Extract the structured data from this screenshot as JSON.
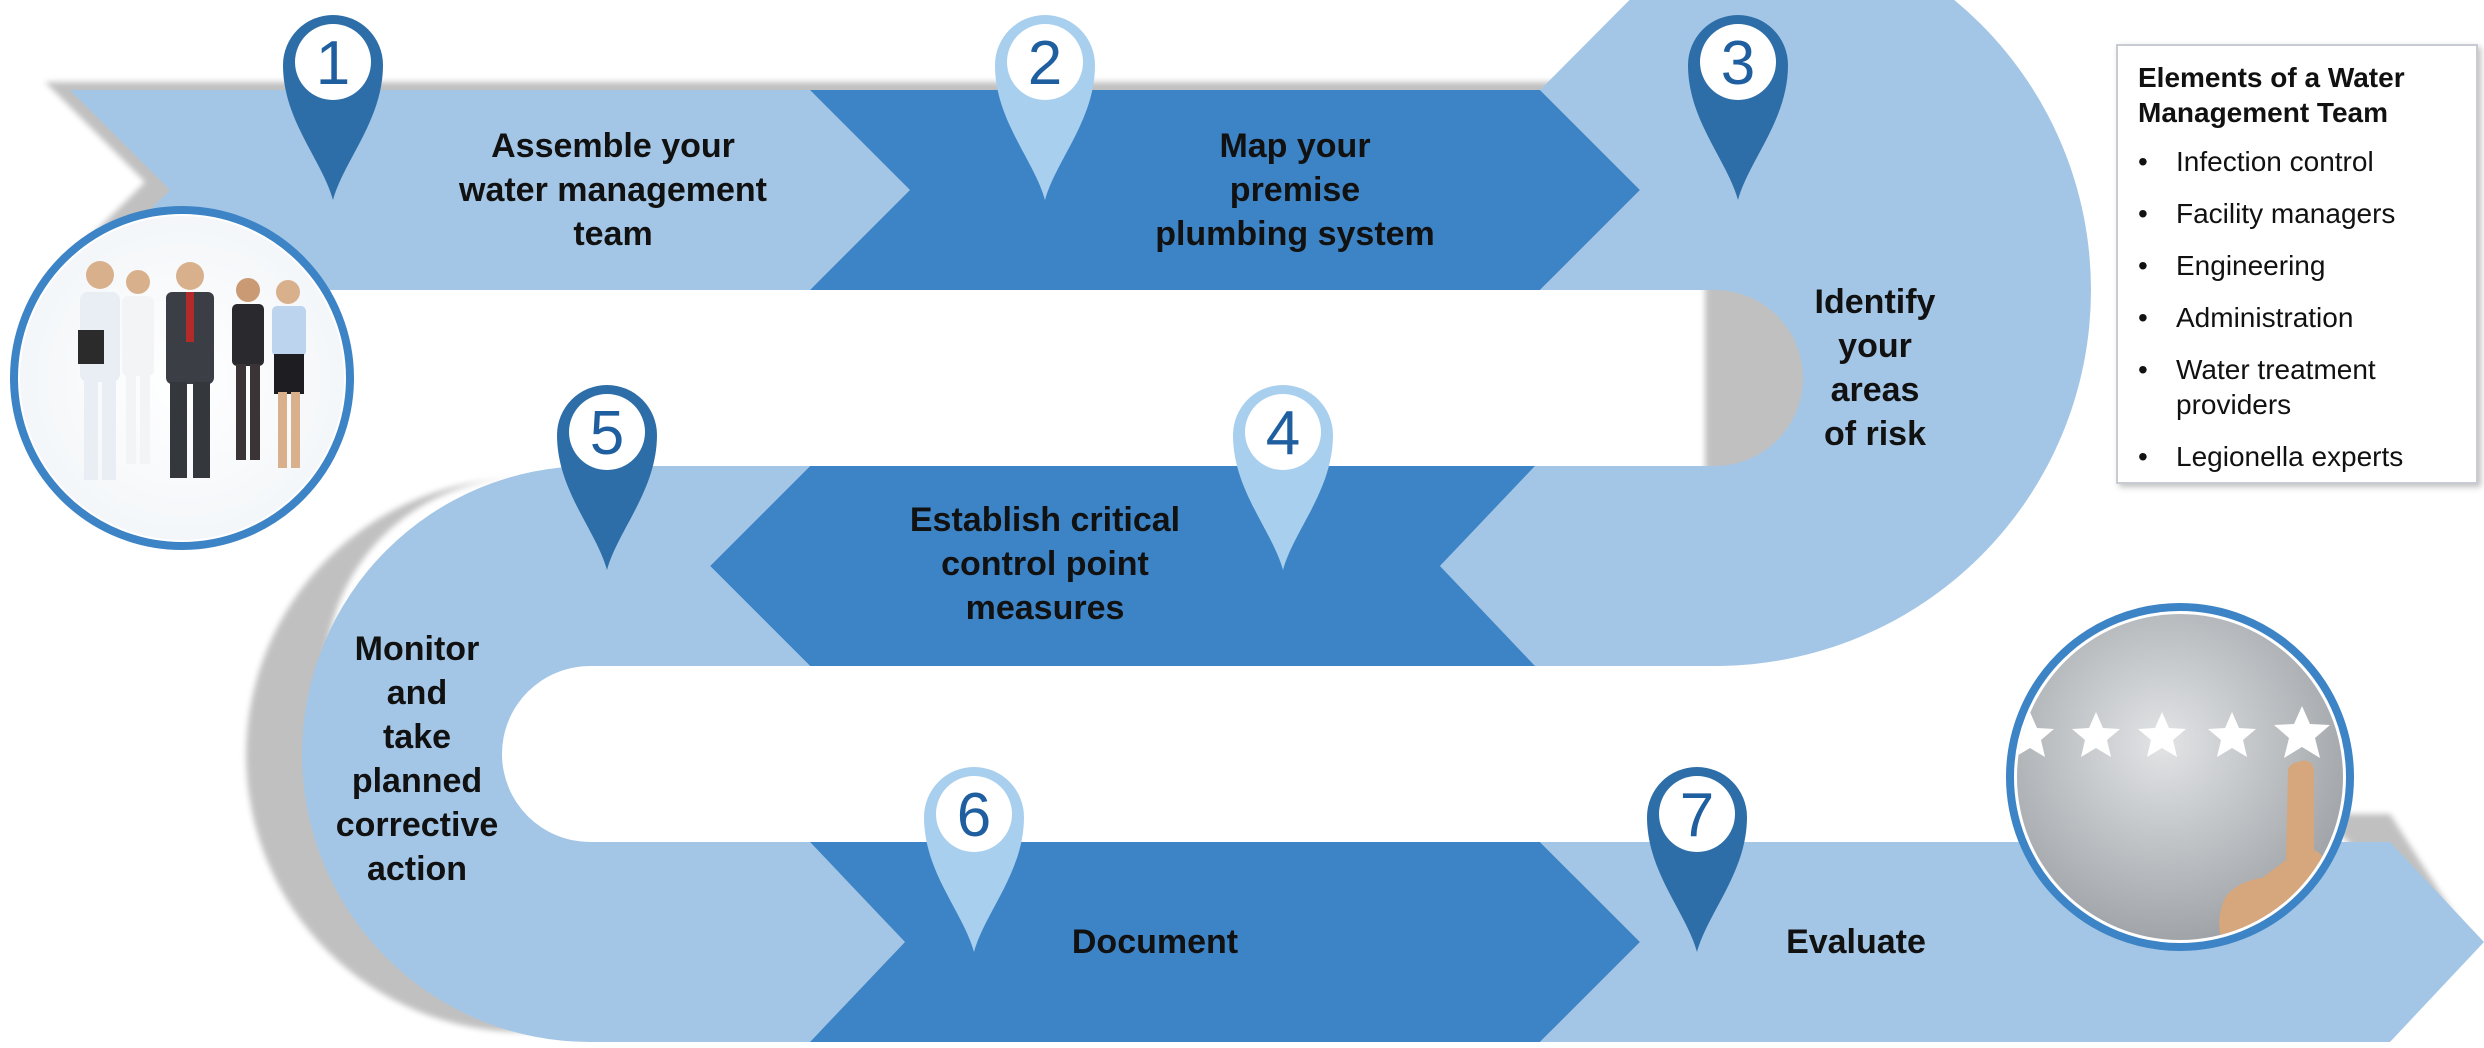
{
  "colors": {
    "light_blue": "#a3c6e6",
    "dark_blue": "#3d84c6",
    "pin_dark": "#2e6ea8",
    "pin_light": "#a9cfee",
    "number_text": "#1f5fa0",
    "shadow": "#8a8a8a"
  },
  "steps": [
    {
      "number": "1",
      "label": "Assemble your water management team",
      "lines": [
        "Assemble your",
        "water management",
        "team"
      ]
    },
    {
      "number": "2",
      "label": "Map your premise plumbing system",
      "lines": [
        "Map your",
        "premise",
        "plumbing system"
      ]
    },
    {
      "number": "3",
      "label": "Identify your areas of risk",
      "lines": [
        "Identify",
        "your",
        "areas",
        "of risk"
      ]
    },
    {
      "number": "4",
      "label": "Establish critical control point measures",
      "lines": [
        "Establish critical",
        "control point",
        "measures"
      ]
    },
    {
      "number": "5",
      "label": "Monitor and take planned corrective action",
      "lines": [
        "Monitor",
        "and",
        "take",
        "planned",
        "corrective",
        "action"
      ]
    },
    {
      "number": "6",
      "label": "Document",
      "lines": [
        "Document"
      ]
    },
    {
      "number": "7",
      "label": "Evaluate",
      "lines": [
        "Evaluate"
      ]
    }
  ],
  "legend": {
    "title_lines": [
      "Elements of a Water",
      "Management Team"
    ],
    "bullet": "•",
    "items": [
      {
        "lines": [
          "Infection control"
        ]
      },
      {
        "lines": [
          "Facility managers"
        ]
      },
      {
        "lines": [
          "Engineering"
        ]
      },
      {
        "lines": [
          "Administration"
        ]
      },
      {
        "lines": [
          "Water treatment",
          "providers"
        ]
      },
      {
        "lines": [
          "Legionella experts"
        ]
      }
    ]
  },
  "images": [
    {
      "name": "team-photo",
      "depicts": "group of professionals"
    },
    {
      "name": "rating-photo",
      "depicts": "hand touching five stars"
    }
  ]
}
